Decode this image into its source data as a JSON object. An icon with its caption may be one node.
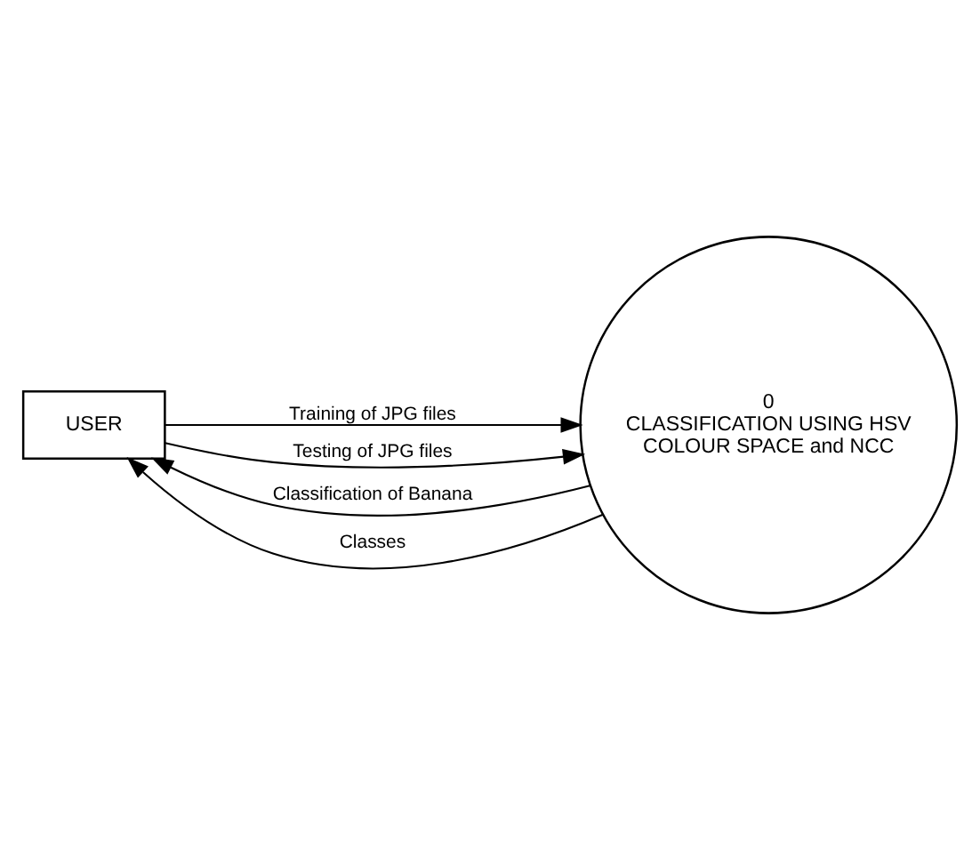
{
  "diagram": {
    "nodes": [
      {
        "text": [
          "USER"
        ]
      },
      {
        "text": [
          "0",
          "CLASSIFICATION USING HSV COLOUR SPACE and NCC"
        ]
      }
    ],
    "edges": [
      {
        "from": 0,
        "to": 1,
        "arrow": "to",
        "label": "Training of JPG files"
      },
      {
        "from": 0,
        "to": 1,
        "arrow": "to",
        "label": "Testing of JPG files"
      },
      {
        "from": 1,
        "to": 0,
        "arrow": "to",
        "label": "Classification of Banana"
      },
      {
        "from": 1,
        "to": 0,
        "arrow": "to",
        "label": "Classes"
      }
    ]
  }
}
